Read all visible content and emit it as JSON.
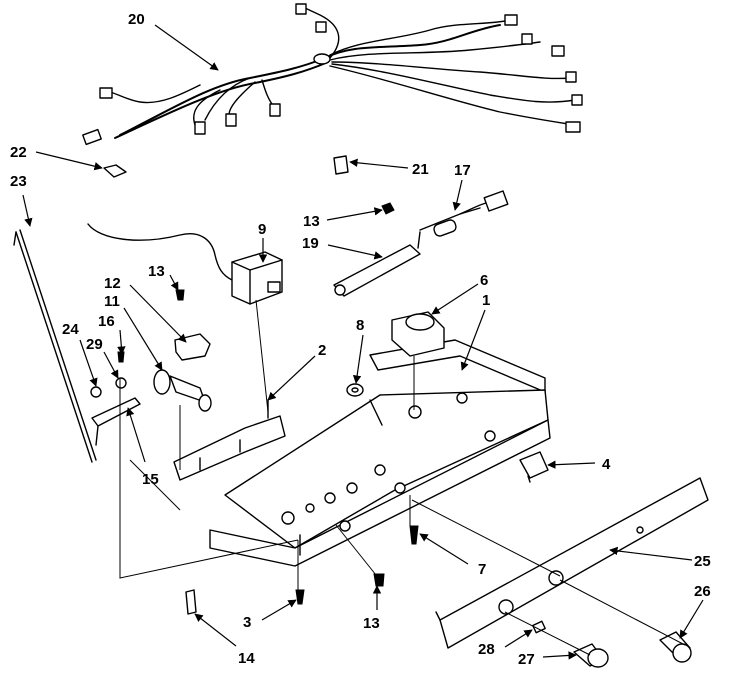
{
  "diagram": {
    "callouts": [
      {
        "id": "c20",
        "label": "20"
      },
      {
        "id": "c22",
        "label": "22"
      },
      {
        "id": "c23",
        "label": "23"
      },
      {
        "id": "c21",
        "label": "21"
      },
      {
        "id": "c17",
        "label": "17"
      },
      {
        "id": "c13a",
        "label": "13"
      },
      {
        "id": "c19",
        "label": "19"
      },
      {
        "id": "c9",
        "label": "9"
      },
      {
        "id": "c6",
        "label": "6"
      },
      {
        "id": "c1",
        "label": "1"
      },
      {
        "id": "c13b",
        "label": "13"
      },
      {
        "id": "c12",
        "label": "12"
      },
      {
        "id": "c11",
        "label": "11"
      },
      {
        "id": "c16",
        "label": "16"
      },
      {
        "id": "c8",
        "label": "8"
      },
      {
        "id": "c2",
        "label": "2"
      },
      {
        "id": "c24",
        "label": "24"
      },
      {
        "id": "c29",
        "label": "29"
      },
      {
        "id": "c15",
        "label": "15"
      },
      {
        "id": "c4",
        "label": "4"
      },
      {
        "id": "c7",
        "label": "7"
      },
      {
        "id": "c25",
        "label": "25"
      },
      {
        "id": "c26",
        "label": "26"
      },
      {
        "id": "c3",
        "label": "3"
      },
      {
        "id": "c13c",
        "label": "13"
      },
      {
        "id": "c14",
        "label": "14"
      },
      {
        "id": "c28",
        "label": "28"
      },
      {
        "id": "c27",
        "label": "27"
      }
    ]
  }
}
